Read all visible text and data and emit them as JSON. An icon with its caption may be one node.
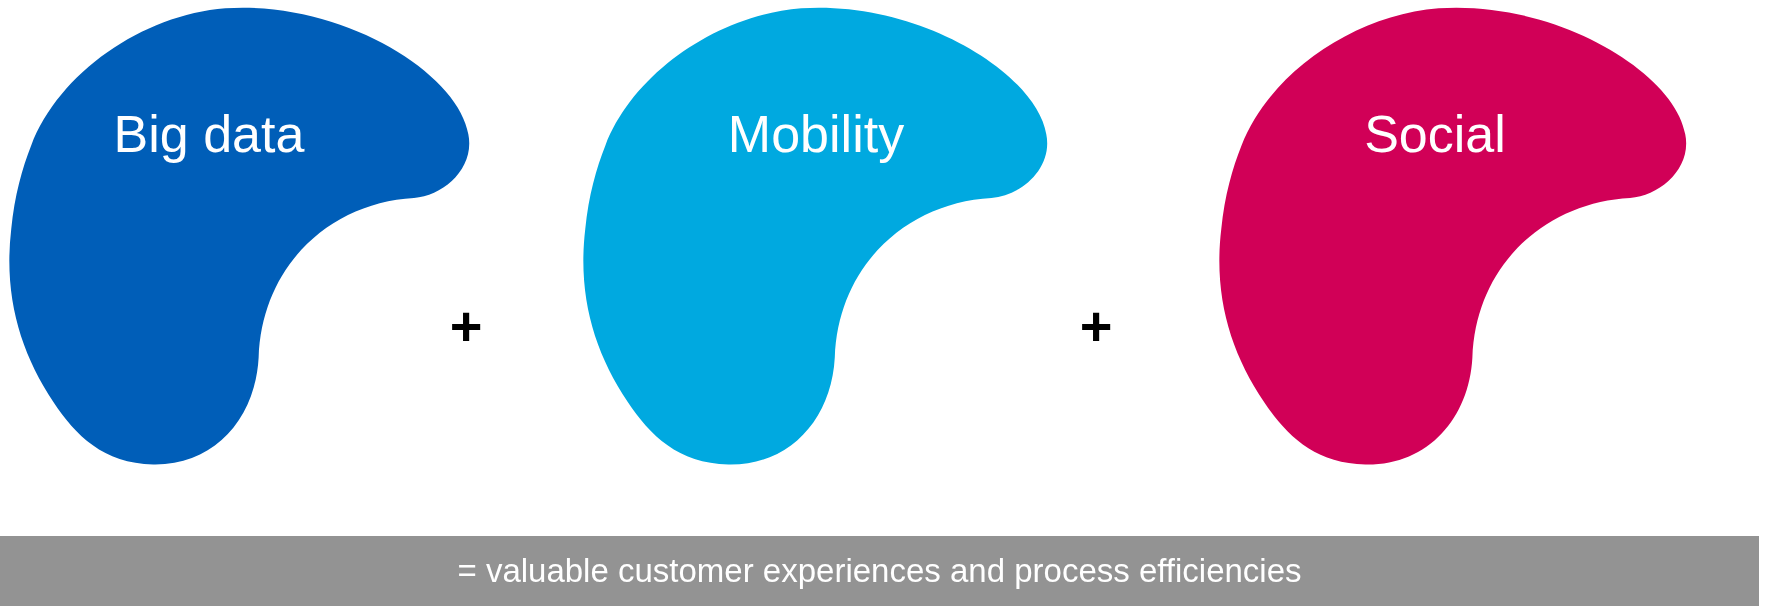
{
  "diagram": {
    "nodes": [
      {
        "text": [
          "Big data"
        ]
      },
      {
        "text": [
          "Mobility"
        ]
      },
      {
        "text": [
          "Social"
        ]
      },
      {
        "text": [
          "= valuable customer experiences and process efficiencies"
        ]
      }
    ],
    "labels": [
      "+",
      "+"
    ]
  }
}
